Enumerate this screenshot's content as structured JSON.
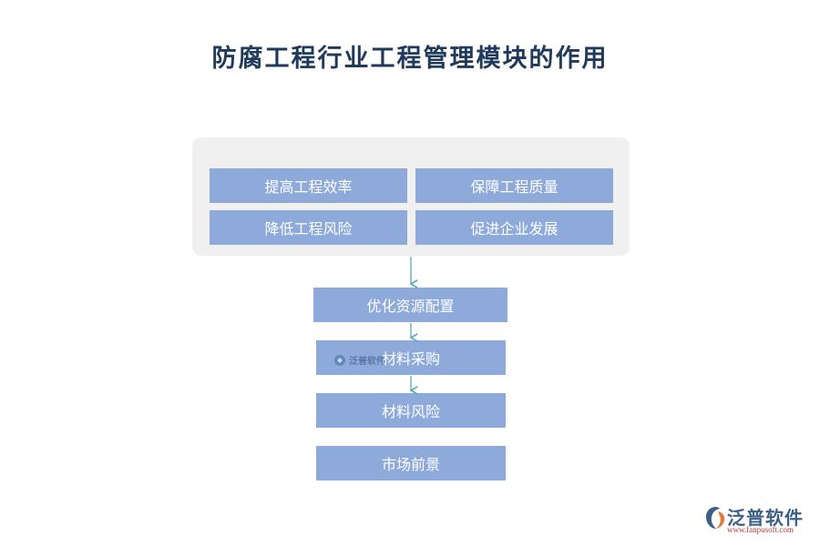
{
  "title": "防腐工程行业工程管理模块的作用",
  "panel": {
    "items": [
      "提高工程效率",
      "保障工程质量",
      "降低工程风险",
      "促进企业发展"
    ]
  },
  "steps": [
    "优化资源配置",
    "材料采购",
    "材料风险",
    "市场前景"
  ],
  "watermark": {
    "inline_text": "泛普软件"
  },
  "logo": {
    "brand": "泛普软件",
    "url": "www.fanpusoft.com"
  },
  "colors": {
    "box": "#8eaadb",
    "panel": "#f0f0f0",
    "arrow": "#5aa7b8",
    "title": "#1f3a5a"
  },
  "icons": {
    "logo_mark": "fanpu-logo-icon"
  }
}
